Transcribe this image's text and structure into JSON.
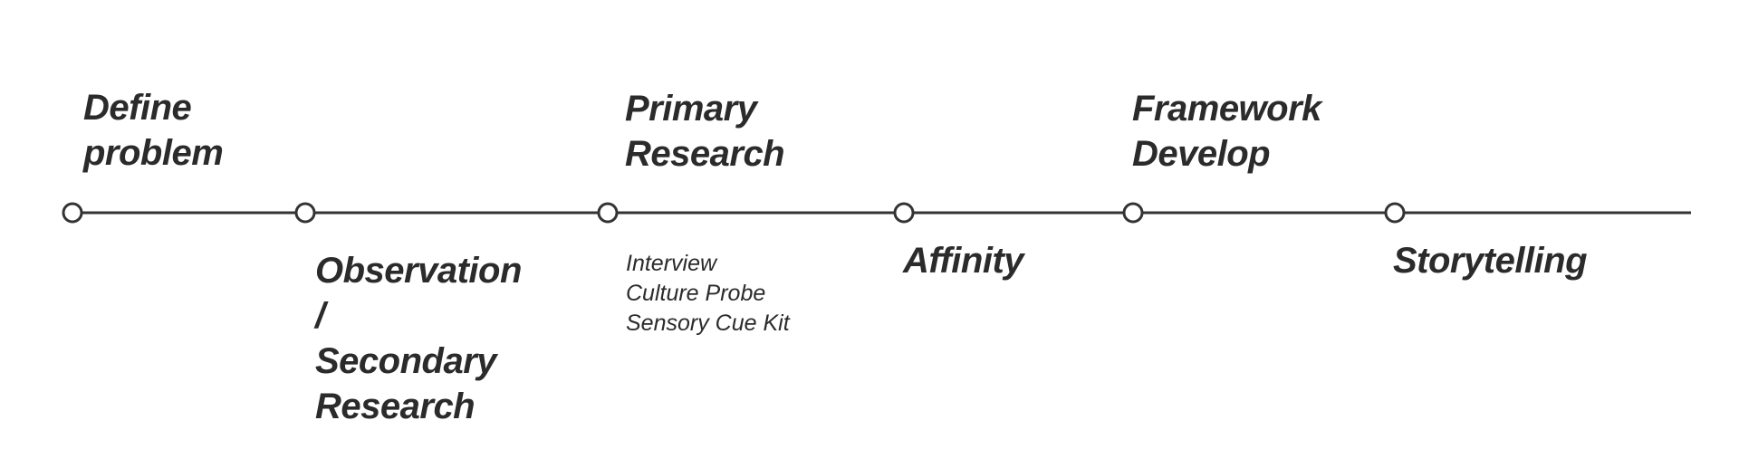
{
  "timeline": {
    "stages": [
      {
        "label": "Define\nproblem",
        "position": "above"
      },
      {
        "label": "Observation\n/\nSecondary\nResearch",
        "position": "below"
      },
      {
        "label": "Primary\nResearch",
        "position": "above",
        "sub_items": [
          "Interview",
          "Culture Probe",
          "Sensory Cue Kit"
        ]
      },
      {
        "label": "Affinity",
        "position": "below"
      },
      {
        "label": "Framework\nDevelop",
        "position": "above"
      },
      {
        "label": "Storytelling",
        "position": "below"
      }
    ],
    "colors": {
      "line": "#333333",
      "node_fill": "#ffffff",
      "text": "#2b2b2b"
    }
  }
}
